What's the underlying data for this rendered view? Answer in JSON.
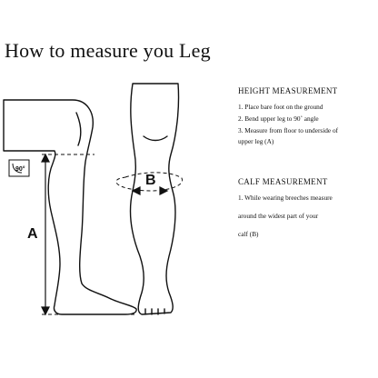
{
  "title": "How to measure you Leg",
  "diagram": {
    "label_a": "A",
    "label_b": "B",
    "angle_label": "90°"
  },
  "height": {
    "heading": "HEIGHT MEASUREMENT",
    "steps": [
      "1. Place bare foot on the ground",
      "2. Bend upper leg to 90˚ angle",
      "3. Measure from floor to underside of",
      "upper leg (A)"
    ]
  },
  "calf": {
    "heading": "CALF MEASUREMENT",
    "lines": [
      "1. While wearing breeches measure",
      "around the widest part of your",
      "calf (B)"
    ]
  }
}
